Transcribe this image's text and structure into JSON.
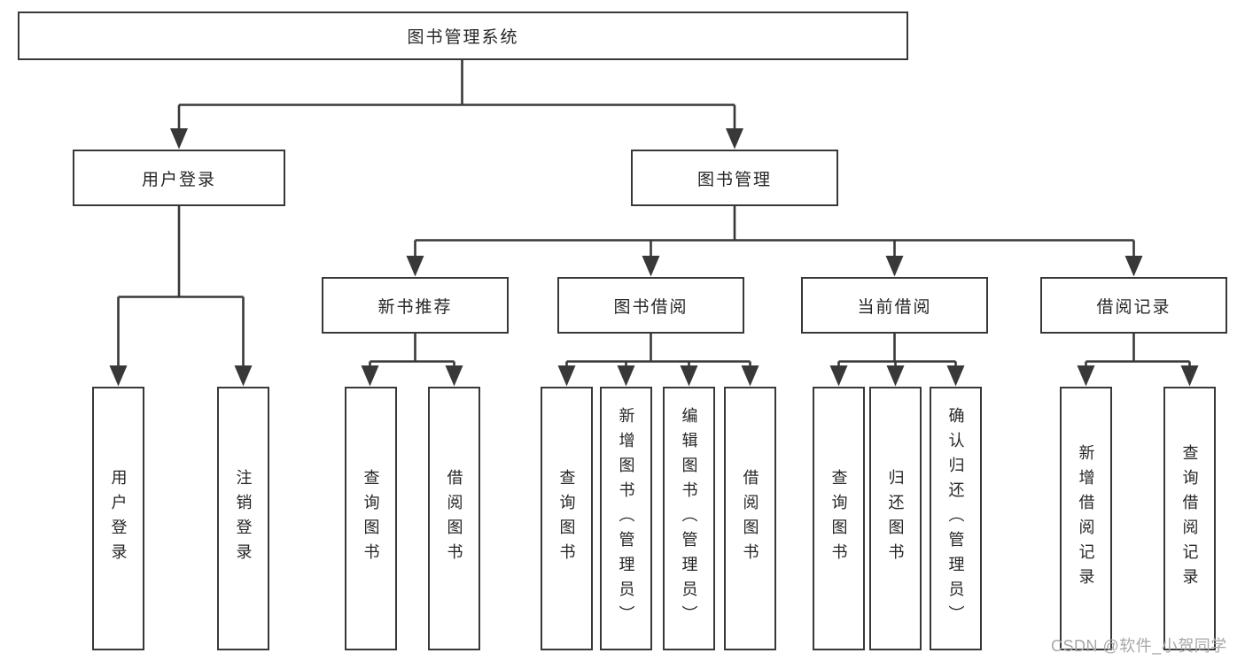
{
  "colors": {
    "line": "#383838",
    "box_border": "#383838",
    "box_fill": "#ffffff",
    "text": "#262626",
    "watermark": "#a8a8a8",
    "background": "#ffffff"
  },
  "tree": {
    "root": {
      "label": "图书管理系统"
    },
    "branches": [
      {
        "label": "用户登录",
        "children": [
          {
            "label": "用户登录"
          },
          {
            "label": "注销登录"
          }
        ]
      },
      {
        "label": "图书管理",
        "groups": [
          {
            "label": "新书推荐",
            "children": [
              {
                "label": "查询图书"
              },
              {
                "label": "借阅图书"
              }
            ]
          },
          {
            "label": "图书借阅",
            "children": [
              {
                "label": "查询图书"
              },
              {
                "label": "新增图书（管理员）"
              },
              {
                "label": "编辑图书（管理员）"
              },
              {
                "label": "借阅图书"
              }
            ]
          },
          {
            "label": "当前借阅",
            "children": [
              {
                "label": "查询图书"
              },
              {
                "label": "归还图书"
              },
              {
                "label": "确认归还（管理员）"
              }
            ]
          },
          {
            "label": "借阅记录",
            "children": [
              {
                "label": "新增借阅记录"
              },
              {
                "label": "查询借阅记录"
              }
            ]
          }
        ]
      }
    ]
  },
  "watermark": {
    "text": "CSDN @软件_小贺同学"
  }
}
